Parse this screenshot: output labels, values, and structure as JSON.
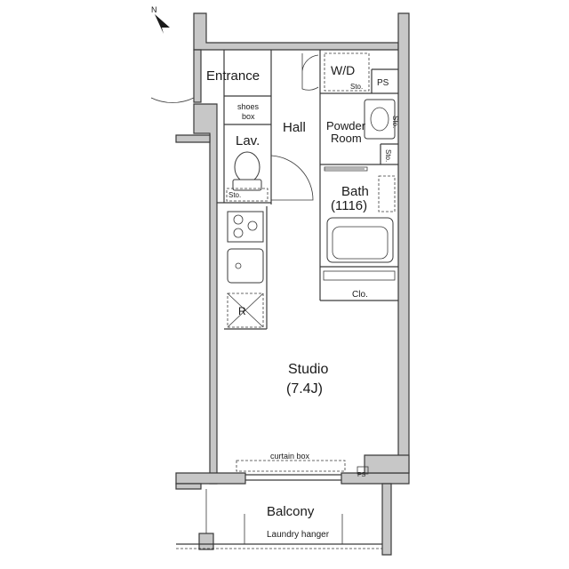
{
  "rooms": {
    "entrance": "Entrance",
    "wd": "W/D",
    "ps_top": "PS",
    "sto_wd": "Sto.",
    "shoes_line1": "shoes",
    "shoes_line2": "box",
    "hall": "Hall",
    "powder_line1": "Powder",
    "powder_line2": "Room",
    "sto_powder": "Sto.",
    "sto_right": "Sto.",
    "lav": "Lav.",
    "sto_lav": "Sto.",
    "bath_line1": "Bath",
    "bath_line2": "(1116)",
    "clo": "Clo.",
    "refrigerator": "R",
    "studio_line1": "Studio",
    "studio_line2": "(7.4J)",
    "curtain_box": "curtain box",
    "ps_bottom": "PS",
    "balcony": "Balcony",
    "laundry_hanger": "Laundry hanger"
  },
  "compass": {
    "label": "N"
  }
}
